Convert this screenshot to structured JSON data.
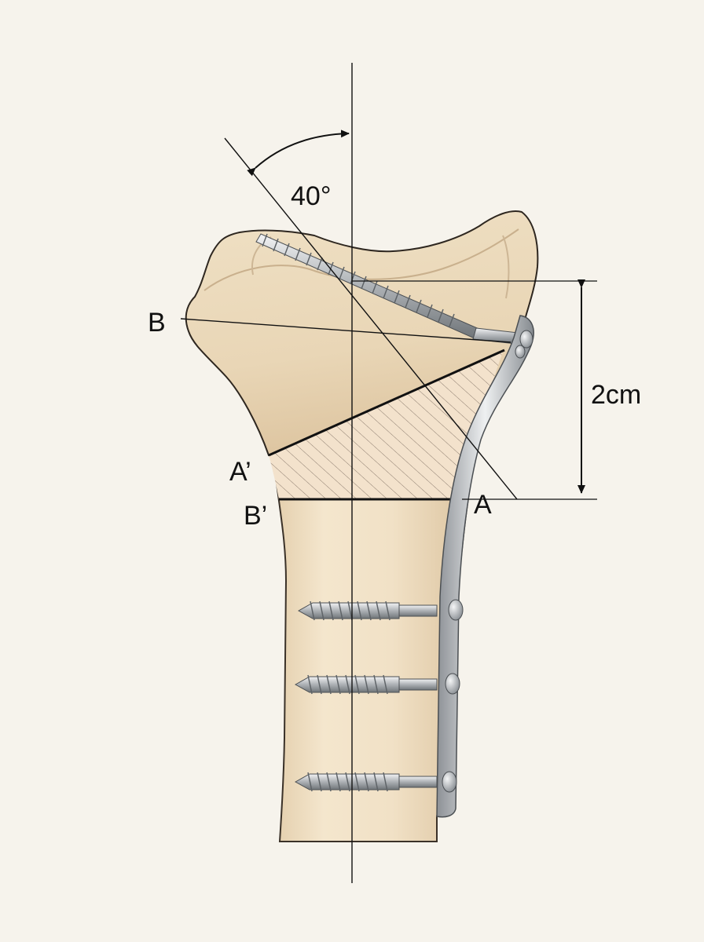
{
  "labels": {
    "angle": "40°",
    "point_b": "B",
    "point_a_prime": "A’",
    "point_b_prime": "B’",
    "point_a": "A",
    "distance": "2cm"
  },
  "measurements": {
    "osteotomy_angle_deg": 40,
    "osteotomy_height_cm": 2
  },
  "screws": {
    "distal_count": 3,
    "oblique_count": 1
  },
  "colors": {
    "background": "#f6f3ec",
    "bone": "#eedcc0",
    "wedge_hatch": "#b9a795",
    "metal": "#b8bcc0",
    "line": "#111111"
  }
}
